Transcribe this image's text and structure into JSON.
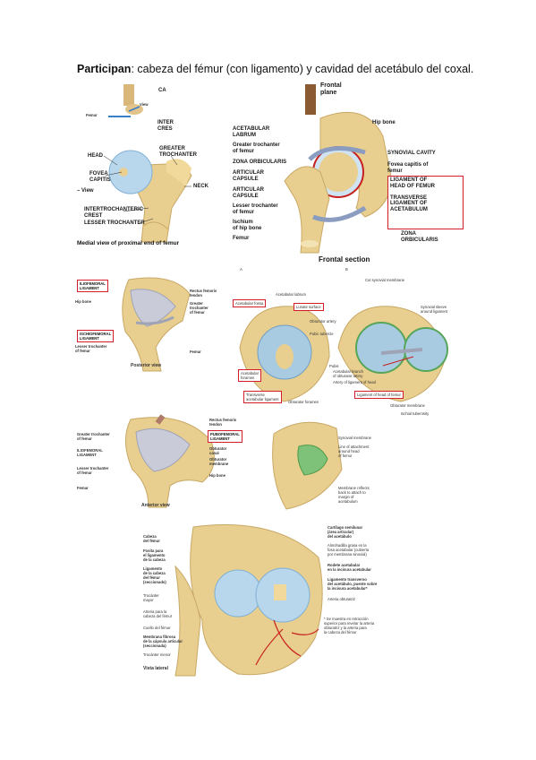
{
  "heading": {
    "bold": "Participan",
    "rest": ": cabeza del fémur (con ligamento) y cavidad del acetábulo del coxal."
  },
  "fig_medial": {
    "inset_labels": [
      "CA",
      "View",
      "Femur",
      "INTER",
      "CRES"
    ],
    "labels": {
      "head": "HEAD",
      "fovea": "FOVEA\nCAPITIS",
      "greater": "GREATER\nTROCHANTER",
      "neck": "NECK",
      "view": "– View",
      "intertroch": "INTERTROCHANTERIC\nCREST",
      "lesser": "LESSER TROCHANTER"
    },
    "caption": "Medial view of proximal end of femur"
  },
  "fig_frontal": {
    "labels": {
      "frontal_plane": "Frontal\nplane",
      "hip_bone": "Hip bone",
      "labrum": "ACETABULAR\nLABRUM",
      "greater": "Greater trochanter\nof femur",
      "zona": "ZONA ORBICULARIS",
      "capsule1": "ARTICULAR\nCAPSULE",
      "capsule2": "ARTICULAR\nCAPSULE",
      "lesser": "Lesser trochanter\nof femur",
      "ischium": "Ischium\nof hip bone",
      "femur": "Femur",
      "synovial": "SYNOVIAL CAVITY",
      "fovea": "Fovea capitis of\nfemur",
      "lig_head": "LIGAMENT OF\nHEAD OF FEMUR",
      "transverse": "TRANSVERSE\nLIGAMENT OF\nACETABULUM",
      "zona2": "ZONA\nORBICULARIS"
    },
    "caption": "Frontal section"
  },
  "fig_posterior": {
    "labels": {
      "iliofemoral": "ILIOFEMORAL\nLIGAMENT",
      "hip_bone": "Hip bone",
      "ischiofemoral": "ISCHIOFEMORAL\nLIGAMENT",
      "lesser": "Lesser trochanter\nof femur",
      "rectus": "Rectus femoris\ntendon",
      "greater": "Greater\ntrochanter\nof femur",
      "femur": "Femur"
    },
    "caption": "Posterior view"
  },
  "fig_acetabulum": {
    "panel_a": "A",
    "panel_b": "B",
    "labels": {
      "fossa": "Acetabular fossa",
      "labrum": "Acetabular labrum",
      "lunate": "Lunate surface",
      "obturator_artery": "Obturator artery",
      "pubic_tubercle": "Pubic tubercle",
      "foramen": "Acetabular\nforamen",
      "transverse": "Transverse\nacetabular ligament",
      "obt_foramen": "Obturator foramen",
      "cut_synovial": "Cut synovial membrane",
      "synovial_sleeve": "Synovial sleeve\naround ligament",
      "pubis": "Pubis",
      "acet_branch": "Acetabular branch\nof obturator artery",
      "artery_lig": "Artery of ligament of head",
      "lig_head": "Ligament of head of femur",
      "obt_membrane": "Obturator membrane",
      "ischial": "Ischial tuberosity"
    }
  },
  "fig_anterior": {
    "labels": {
      "rectus": "Rectus femoris\ntendon",
      "pubofemoral": "PUBOFEMORAL\nLIGAMENT",
      "greater": "Greater trochanter\nof femur",
      "iliofemoral": "ILIOFEMORAL\nLIGAMENT",
      "obt_canal": "Obturator\ncanal",
      "obt_membrane": "Obturator\nmembrane",
      "lesser": "Lesser trochanter\nof femur",
      "hip_bone": "Hip bone",
      "femur": "Femur"
    },
    "caption": "Anterior view"
  },
  "fig_synovial": {
    "labels": {
      "synovial": "Synovial membrane",
      "line": "Line of attachment\naround head\nof femur",
      "reflects": "Membrane reflects\nback to attach to\nmargin of\nacetabulum"
    }
  },
  "fig_lateral": {
    "labels": {
      "cabeza": "Cabeza\ndel fémur",
      "fosita": "Fosita para\nel ligamento\nde la cabeza",
      "ligamento": "Ligamento\nde la cabeza\ndel fémur\n(seccionado)",
      "trocanter_mayor": "Trocánter\nmayor",
      "arteria": "Arteria para la\ncabeza del fémur",
      "cuello": "Cuello del fémur",
      "membrana": "Membrana fibrosa\nde la cápsula articular\n(seccionada)",
      "trocanter_menor": "Trocánter menor",
      "vista": "Vista lateral",
      "cartilago": "Cartílago semilunar\n(área articular)\ndel acetábulo",
      "almohadilla": "Almohadilla grasa en la\nfosa acetabular (cubierta\npor membrana sinovial)",
      "rodete": "Rodete acetabular\nen la incisura acetabular",
      "transverso": "Ligamento transverso\ndel acetábulo, puente sobre\nla incisura acetabular*",
      "obturatriz": "Arteria obturatriz",
      "nota": "* Se muestra en retracción\nsuperior para revelar la arteria\nobturatriz y la arteria para\nla cabeza del fémur"
    }
  },
  "colors": {
    "bone": "#e9cf8f",
    "cartilage": "#b9d7ec",
    "ligament": "#c9ccd8",
    "red_box": "#d21d2a",
    "artery": "#c8201e",
    "synovial": "#7ec27a"
  }
}
